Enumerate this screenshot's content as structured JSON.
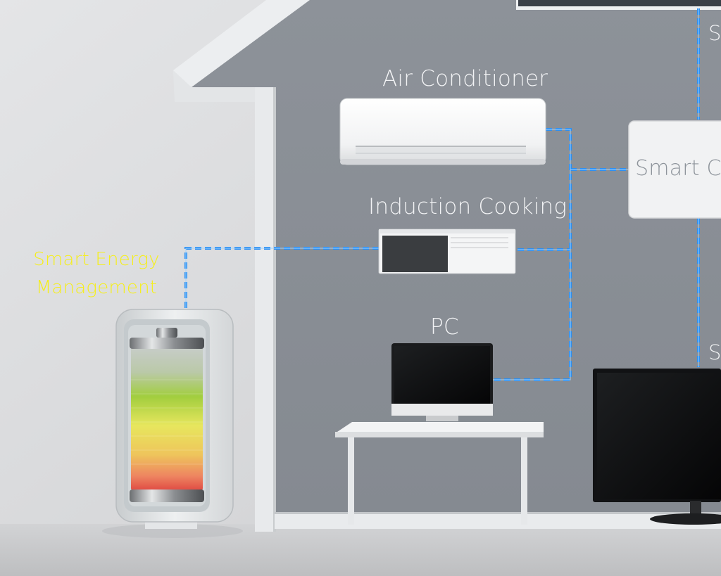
{
  "labels": {
    "air_conditioner": "Air Conditioner",
    "induction_cooking": "Induction Cooking",
    "pc": "PC",
    "smart_energy_line1": "Smart Energy",
    "smart_energy_line2": "Management",
    "smart_controller": "Smart Co",
    "top_right_partial": "S",
    "right_partial": "S"
  },
  "colors": {
    "wire": "#2d8ff0",
    "label_text": "#f2f3f5",
    "highlight_text": "#f6ef18",
    "wall": "#8a8f96",
    "background": "#d9dadc"
  }
}
